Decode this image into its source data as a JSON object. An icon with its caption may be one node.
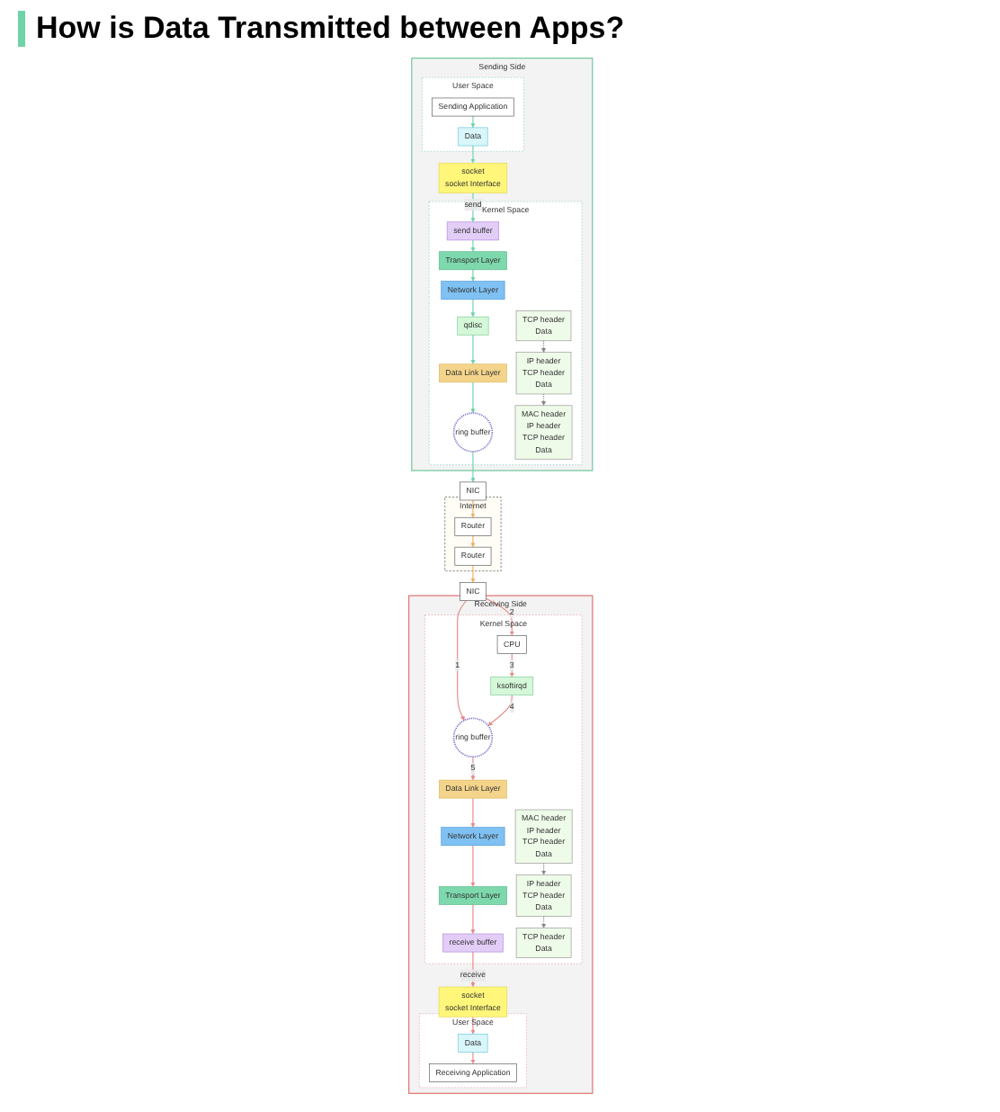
{
  "diagram": {
    "title": "How is Data Transmitted between Apps?",
    "nodes": [
      {
        "text": [
          "Sending Side"
        ]
      },
      {
        "text": [
          "User Space"
        ],
        "in": 0
      },
      {
        "text": [
          "Sending Application"
        ],
        "in": 1
      },
      {
        "text": [
          "Data"
        ],
        "in": 1
      },
      {
        "text": [
          "socket",
          "socket Interface"
        ],
        "in": 0
      },
      {
        "text": [
          "Kernel Space"
        ],
        "in": 0
      },
      {
        "text": [
          "send buffer"
        ],
        "in": 5
      },
      {
        "text": [
          "Transport Layer"
        ],
        "in": 5
      },
      {
        "text": [
          "Network Layer"
        ],
        "in": 5
      },
      {
        "text": [
          "qdisc"
        ],
        "in": 5
      },
      {
        "text": [
          "Data Link Layer"
        ],
        "in": 5
      },
      {
        "text": [
          "ring buffer"
        ],
        "in": 5
      },
      {
        "text": [
          "TCP header",
          "Data"
        ],
        "in": 5
      },
      {
        "text": [
          "IP header",
          "TCP header",
          "Data"
        ],
        "in": 5
      },
      {
        "text": [
          "MAC header",
          "IP header",
          "TCP header",
          "Data"
        ],
        "in": 5
      },
      {
        "text": [
          "Receiving Side"
        ]
      },
      {
        "text": [
          "User Space"
        ],
        "in": 15
      },
      {
        "text": [
          "Receiving Application"
        ],
        "in": 16
      },
      {
        "text": [
          "Data"
        ],
        "in": 16
      },
      {
        "text": [
          "socket",
          "socket Interface"
        ],
        "in": 15
      },
      {
        "text": [
          "Kernel Space"
        ],
        "in": 15
      },
      {
        "text": [
          "receive buffer"
        ],
        "in": 20
      },
      {
        "text": [
          "Transport Layer"
        ],
        "in": 20
      },
      {
        "text": [
          "Network Layer"
        ],
        "in": 20
      },
      {
        "text": [
          "Data Link Layer"
        ],
        "in": 20
      },
      {
        "text": [
          "ring buffer"
        ],
        "in": 20
      },
      {
        "text": [
          "ksoftirqd"
        ],
        "in": 20
      },
      {
        "text": [
          "CPU"
        ],
        "in": 20
      },
      {
        "text": [
          "TCP header",
          "Data"
        ],
        "in": 20
      },
      {
        "text": [
          "IP header",
          "TCP header",
          "Data"
        ],
        "in": 20
      },
      {
        "text": [
          "MAC header",
          "IP header",
          "TCP header",
          "Data"
        ],
        "in": 20
      },
      {
        "text": [
          "NIC"
        ]
      },
      {
        "text": [
          "Internet"
        ]
      },
      {
        "text": [
          "Router"
        ],
        "in": 32
      },
      {
        "text": [
          "Router"
        ],
        "in": 32
      },
      {
        "text": [
          "NIC"
        ]
      }
    ],
    "edges": [
      {
        "from": 2,
        "to": 3,
        "arrow": "to",
        "color": "#6fd3a8"
      },
      {
        "from": 3,
        "to": 4,
        "arrow": "to",
        "color": "#6fd3a8"
      },
      {
        "from": 4,
        "to": 6,
        "arrow": "to",
        "label": "send",
        "color": "#6fd3a8"
      },
      {
        "from": 6,
        "to": 7,
        "arrow": "to",
        "color": "#6fd3a8"
      },
      {
        "from": 7,
        "to": 8,
        "arrow": "to",
        "color": "#6fd3a8"
      },
      {
        "from": 8,
        "to": 9,
        "arrow": "to",
        "color": "#6fd3a8"
      },
      {
        "from": 9,
        "to": 10,
        "arrow": "to",
        "color": "#6fd3a8"
      },
      {
        "from": 10,
        "to": 11,
        "arrow": "to",
        "color": "#6fd3a8"
      },
      {
        "from": 11,
        "to": 31,
        "arrow": "to",
        "color": "#6fd3a8"
      },
      {
        "from": 12,
        "to": 13,
        "arrow": "to",
        "style": "dashed",
        "color": "#888888"
      },
      {
        "from": 13,
        "to": 14,
        "arrow": "to",
        "style": "dashed",
        "color": "#888888"
      },
      {
        "from": 31,
        "to": 33,
        "arrow": "to",
        "color": "#f0b060"
      },
      {
        "from": 33,
        "to": 34,
        "arrow": "to",
        "color": "#f0b060"
      },
      {
        "from": 34,
        "to": 35,
        "arrow": "to",
        "color": "#f0b060"
      },
      {
        "from": 35,
        "to": 25,
        "arrow": "to",
        "label": "1"
      },
      {
        "from": 35,
        "to": 27,
        "arrow": "to",
        "label": "2"
      },
      {
        "from": 27,
        "to": 26,
        "arrow": "to",
        "label": "3"
      },
      {
        "from": 26,
        "to": 25,
        "arrow": "to",
        "label": "4"
      },
      {
        "from": 25,
        "to": 24,
        "arrow": "to",
        "label": "5"
      },
      {
        "from": 24,
        "to": 23,
        "arrow": "to"
      },
      {
        "from": 23,
        "to": 22,
        "arrow": "to"
      },
      {
        "from": 22,
        "to": 21,
        "arrow": "to"
      },
      {
        "from": 21,
        "to": 19,
        "arrow": "to",
        "label": "receive"
      },
      {
        "from": 19,
        "to": 18,
        "arrow": "to"
      },
      {
        "from": 18,
        "to": 17,
        "arrow": "to"
      },
      {
        "from": 30,
        "to": 29,
        "arrow": "to",
        "style": "dashed",
        "color": "#888888"
      },
      {
        "from": 29,
        "to": 28,
        "arrow": "to",
        "style": "dashed",
        "color": "#888888"
      }
    ]
  }
}
